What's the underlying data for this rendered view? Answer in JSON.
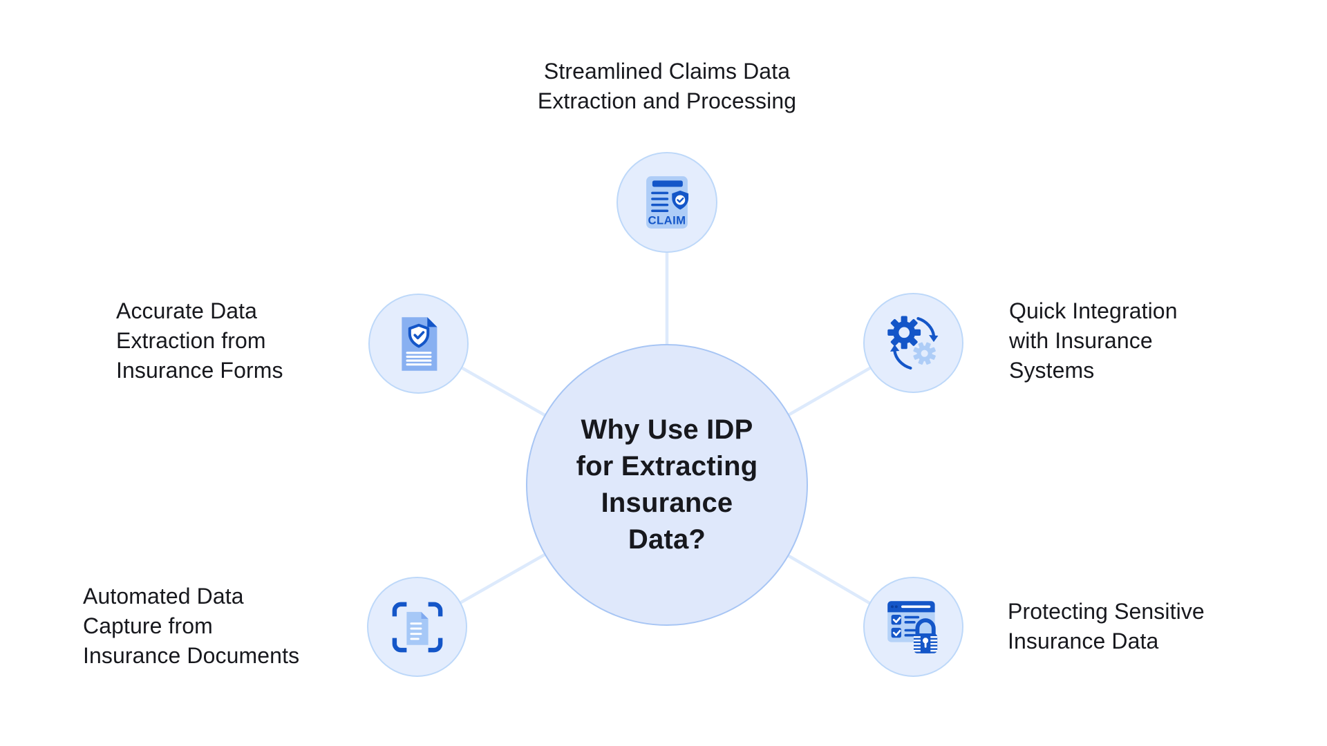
{
  "title": "Why Use IDP for Extracting Insurance Data?",
  "center": {
    "label": "Why Use IDP\nfor Extracting\nInsurance\nData?"
  },
  "nodes": [
    {
      "id": "streamlined-claims",
      "label": "Streamlined Claims Data\nExtraction and Processing",
      "icon": "claim-document-icon",
      "icon_text": "CLAIM"
    },
    {
      "id": "accurate-extraction",
      "label": "Accurate Data\nExtraction from\nInsurance Forms",
      "icon": "shield-document-icon"
    },
    {
      "id": "quick-integration",
      "label": "Quick Integration\nwith Insurance\nSystems",
      "icon": "gears-sync-icon"
    },
    {
      "id": "automated-capture",
      "label": "Automated Data\nCapture from\nInsurance Documents",
      "icon": "document-scan-icon"
    },
    {
      "id": "protecting-data",
      "label": "Protecting Sensitive\nInsurance Data",
      "icon": "secure-browser-icon"
    }
  ],
  "colors": {
    "background": "#ffffff",
    "center_fill": "#dfe8fb",
    "center_border": "#a7c5f4",
    "node_fill": "#e4edfd",
    "node_border": "#bdd8f9",
    "connector": "#ddeafc",
    "icon_dark_blue": "#1456c8",
    "icon_navy": "#0a3e9e",
    "icon_light_blue": "#aecdf7",
    "icon_medium_blue": "#88b0f1",
    "icon_pale_blue": "#b5d2f8",
    "text": "#17181d"
  }
}
